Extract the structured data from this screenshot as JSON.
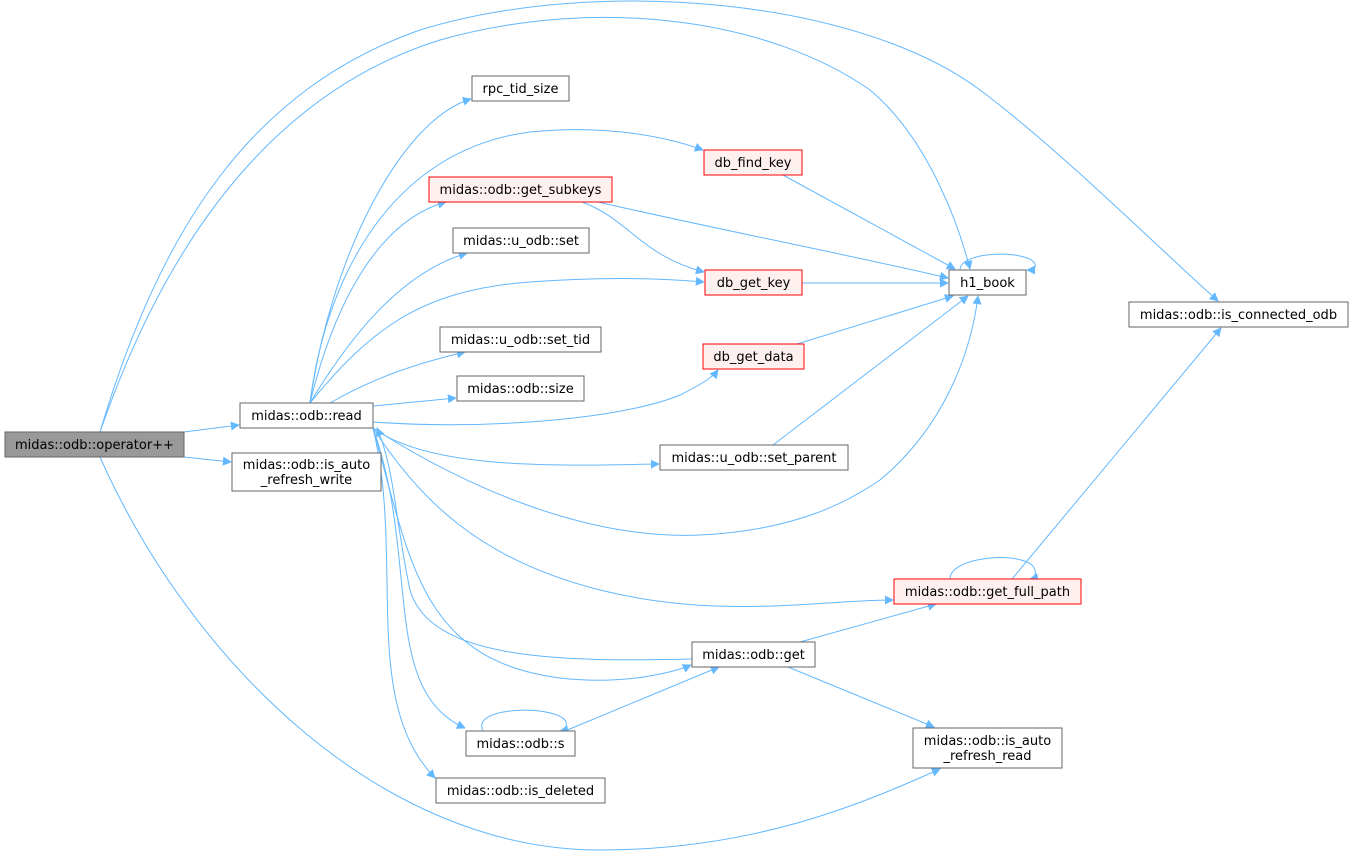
{
  "colors": {
    "edge": "#63b8ff",
    "node_fill": "#ffffff",
    "node_border": "#666666",
    "root_fill": "#999999",
    "root_border": "#666666",
    "truncated_fill": "#fff0f0",
    "truncated_border": "#ff0000"
  },
  "nodes": {
    "operator_pp": {
      "lines": [
        "midas::odb::operator++"
      ],
      "style": "root"
    },
    "read": {
      "lines": [
        "midas::odb::read"
      ],
      "style": "normal"
    },
    "is_auto_refresh_write": {
      "lines": [
        "midas::odb::is_auto",
        "_refresh_write"
      ],
      "style": "normal"
    },
    "rpc_tid_size": {
      "lines": [
        "rpc_tid_size"
      ],
      "style": "normal"
    },
    "get_subkeys": {
      "lines": [
        "midas::odb::get_subkeys"
      ],
      "style": "truncated"
    },
    "u_odb_set": {
      "lines": [
        "midas::u_odb::set"
      ],
      "style": "normal"
    },
    "u_odb_set_tid": {
      "lines": [
        "midas::u_odb::set_tid"
      ],
      "style": "normal"
    },
    "odb_size": {
      "lines": [
        "midas::odb::size"
      ],
      "style": "normal"
    },
    "odb_s": {
      "lines": [
        "midas::odb::s"
      ],
      "style": "normal"
    },
    "is_deleted": {
      "lines": [
        "midas::odb::is_deleted"
      ],
      "style": "normal"
    },
    "db_find_key": {
      "lines": [
        "db_find_key"
      ],
      "style": "truncated"
    },
    "db_get_key": {
      "lines": [
        "db_get_key"
      ],
      "style": "truncated"
    },
    "db_get_data": {
      "lines": [
        "db_get_data"
      ],
      "style": "truncated"
    },
    "u_odb_set_parent": {
      "lines": [
        "midas::u_odb::set_parent"
      ],
      "style": "normal"
    },
    "odb_get": {
      "lines": [
        "midas::odb::get"
      ],
      "style": "normal"
    },
    "h1_book": {
      "lines": [
        "h1_book"
      ],
      "style": "normal"
    },
    "get_full_path": {
      "lines": [
        "midas::odb::get_full_path"
      ],
      "style": "truncated"
    },
    "is_auto_refresh_read": {
      "lines": [
        "midas::odb::is_auto",
        "_refresh_read"
      ],
      "style": "normal"
    },
    "is_connected_odb": {
      "lines": [
        "midas::odb::is_connected_odb"
      ],
      "style": "normal"
    }
  },
  "edges": [
    [
      "operator_pp",
      "read"
    ],
    [
      "operator_pp",
      "is_auto_refresh_write"
    ],
    [
      "operator_pp",
      "h1_book"
    ],
    [
      "operator_pp",
      "is_connected_odb"
    ],
    [
      "operator_pp",
      "is_auto_refresh_read"
    ],
    [
      "read",
      "rpc_tid_size"
    ],
    [
      "read",
      "db_find_key"
    ],
    [
      "read",
      "get_subkeys"
    ],
    [
      "read",
      "u_odb_set"
    ],
    [
      "read",
      "db_get_key"
    ],
    [
      "read",
      "u_odb_set_tid"
    ],
    [
      "read",
      "odb_size"
    ],
    [
      "read",
      "db_get_data"
    ],
    [
      "read",
      "u_odb_set_parent"
    ],
    [
      "read",
      "h1_book"
    ],
    [
      "read",
      "get_full_path"
    ],
    [
      "read",
      "odb_get"
    ],
    [
      "read",
      "odb_s"
    ],
    [
      "read",
      "is_deleted"
    ],
    [
      "get_subkeys",
      "db_get_key"
    ],
    [
      "get_subkeys",
      "h1_book"
    ],
    [
      "db_find_key",
      "h1_book"
    ],
    [
      "db_get_key",
      "h1_book"
    ],
    [
      "db_get_data",
      "h1_book"
    ],
    [
      "u_odb_set_parent",
      "h1_book"
    ],
    [
      "h1_book",
      "h1_book"
    ],
    [
      "get_full_path",
      "is_connected_odb"
    ],
    [
      "get_full_path",
      "get_full_path"
    ],
    [
      "odb_get",
      "get_full_path"
    ],
    [
      "odb_get",
      "read"
    ],
    [
      "odb_get",
      "is_auto_refresh_read"
    ],
    [
      "odb_s",
      "odb_get"
    ],
    [
      "odb_s",
      "odb_s"
    ]
  ]
}
